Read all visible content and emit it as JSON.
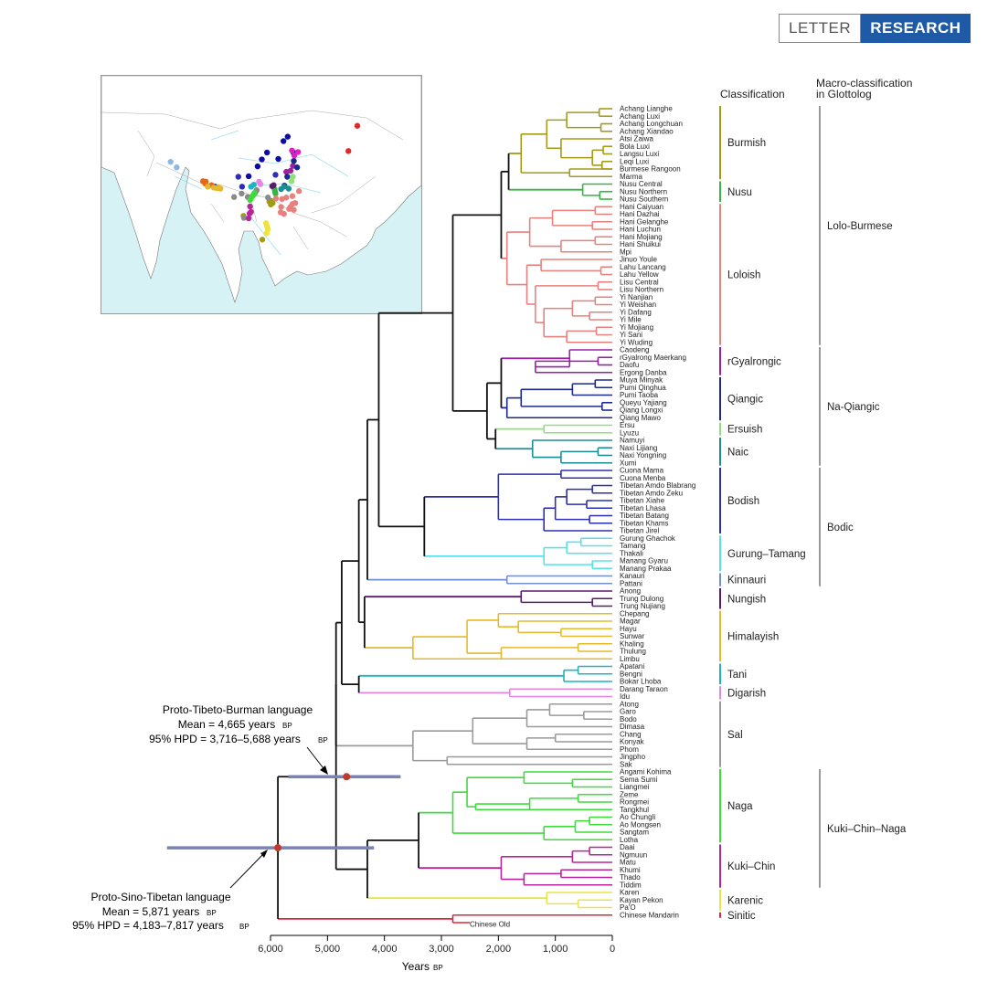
{
  "header": {
    "letter": "LETTER",
    "research": "RESEARCH"
  },
  "columns": {
    "classification": "Classification",
    "macro_line1": "Macro-classification",
    "macro_line2": "in Glottolog"
  },
  "axis": {
    "label": "Years",
    "unit": "BP",
    "ticks": [
      "6,000",
      "5,000",
      "4,000",
      "3,000",
      "2,000",
      "1,000",
      "0"
    ]
  },
  "annotations": {
    "ptb_title": "Proto-Tibeto-Burman language",
    "ptb_mean": "Mean = 4,665 years",
    "ptb_hpd": "95% HPD = 3,716–5,688 years",
    "pst_title": "Proto-Sino-Tibetan language",
    "pst_mean": "Mean = 5,871 years",
    "pst_hpd": "95% HPD = 4,183–7,817 years",
    "unit": "BP"
  },
  "languages": [
    "Achang Lianghe",
    "Achang Luxi",
    "Achang Longchuan",
    "Achang Xiandao",
    "Atsi Zaiwa",
    "Bola Luxi",
    "Langsu Luxi",
    "Leqi Luxi",
    "Burmese Rangoon",
    "Marma",
    "Nusu Central",
    "Nusu Northern",
    "Nusu Southern",
    "Hani Caiyuan",
    "Hani Dazhai",
    "Hani Gelanghe",
    "Hani Luchun",
    "Hani Mojiang",
    "Hani Shuikui",
    "Mpi",
    "Jinuo Youle",
    "Lahu Lancang",
    "Lahu Yellow",
    "Lisu Central",
    "Lisu Northern",
    "Yi Nanjian",
    "Yi Weishan",
    "Yi Dafang",
    "Yi Mile",
    "Yi Mojiang",
    "Yi Sani",
    "Yi Wuding",
    "Caodeng",
    "rGyalrong Maerkang",
    "Daofu",
    "Ergong Danba",
    "Muya Minyak",
    "Pumi Qinghua",
    "Pumi Taoba",
    "Queyu Yajiang",
    "Qiang Longxi",
    "Qiang Mawo",
    "Ersu",
    "Lyuzu",
    "Namuyi",
    "Naxi Lijiang",
    "Naxi Yongning",
    "Xumi",
    "Cuona Mama",
    "Cuona Menba",
    "Tibetan Amdo Blabrang",
    "Tibetan Amdo Zeku",
    "Tibetan Xiahe",
    "Tibetan Lhasa",
    "Tibetan Batang",
    "Tibetan Khams",
    "Tibetan Jirel",
    "Gurung Ghachok",
    "Tamang",
    "Thakali",
    "Manang Gyaru",
    "Manang Prakaa",
    "Kanauri",
    "Pattani",
    "Anong",
    "Trung Dulong",
    "Trung Nujiang",
    "Chepang",
    "Magar",
    "Hayu",
    "Sunwar",
    "Khaling",
    "Thulung",
    "Limbu",
    "Apatani",
    "Bengni",
    "Bokar Lhoba",
    "Darang Taraon",
    "Idu",
    "Atong",
    "Garo",
    "Bodo",
    "Dimasa",
    "Chang",
    "Konyak",
    "Phom",
    "Jingpho",
    "Sak",
    "Angami Kohima",
    "Sema Sumi",
    "Liangmei",
    "Zeme",
    "Rongmei",
    "Tangkhul",
    "Ao Chungli",
    "Ao Mongsen",
    "Sangtam",
    "Lotha",
    "Daai",
    "Ngmuun",
    "Matu",
    "Khumi",
    "Thado",
    "Tiddim",
    "Karen",
    "Kayan Pekon",
    "Pa'O",
    "Chinese Mandarin"
  ],
  "chinese_old": "Chinese Old",
  "clades": [
    {
      "name": "Burmish",
      "color": "#a39b18",
      "from": 0,
      "to": 9
    },
    {
      "name": "Nusu",
      "color": "#35b545",
      "from": 10,
      "to": 12
    },
    {
      "name": "Loloish",
      "color": "#e8817d",
      "from": 13,
      "to": 31
    },
    {
      "name": "rGyalrongic",
      "color": "#9b1fa6",
      "from": 32,
      "to": 35
    },
    {
      "name": "Qiangic",
      "color": "#1c2a8c",
      "from": 36,
      "to": 41
    },
    {
      "name": "Ersuish",
      "color": "#8fe07a",
      "from": 42,
      "to": 43
    },
    {
      "name": "Naic",
      "color": "#1a8d95",
      "from": 44,
      "to": 47
    },
    {
      "name": "Bodish",
      "color": "#2b2fb3",
      "from": 48,
      "to": 56
    },
    {
      "name": "Gurung–Tamang",
      "color": "#58e0ef",
      "from": 57,
      "to": 61
    },
    {
      "name": "Kinnauri",
      "color": "#6f8fd0",
      "from": 62,
      "to": 63
    },
    {
      "name": "Nungish",
      "color": "#5c1a6e",
      "from": 64,
      "to": 66
    },
    {
      "name": "Himalayish",
      "color": "#e6b92c",
      "from": 67,
      "to": 73
    },
    {
      "name": "Tani",
      "color": "#1cb3c4",
      "from": 74,
      "to": 76
    },
    {
      "name": "Digarish",
      "color": "#e884e6",
      "from": 77,
      "to": 78
    },
    {
      "name": "Sal",
      "color": "#9a9a9a",
      "from": 79,
      "to": 87
    },
    {
      "name": "Naga",
      "color": "#3ddc3a",
      "from": 88,
      "to": 97
    },
    {
      "name": "Kuki–Chin",
      "color": "#b8249e",
      "from": 98,
      "to": 103
    },
    {
      "name": "Karenic",
      "color": "#e8e447",
      "from": 104,
      "to": 106
    },
    {
      "name": "Sinitic",
      "color": "#d9283d",
      "from": 107,
      "to": 107
    }
  ],
  "macro": [
    {
      "name": "Lolo-Burmese",
      "from": 0,
      "to": 31
    },
    {
      "name": "Na-Qiangic",
      "from": 32,
      "to": 47
    },
    {
      "name": "Bodic",
      "from": 48,
      "to": 63
    },
    {
      "name": "Kuki–Chin–Naga",
      "from": 88,
      "to": 103
    }
  ],
  "hpd": [
    {
      "node": "Proto-Tibeto-Burman",
      "mean": 4665,
      "low": 3716,
      "high": 5688
    },
    {
      "node": "Proto-Sino-Tibetan",
      "mean": 5871,
      "low": 4183,
      "high": 7817
    }
  ],
  "map": {
    "dots": [
      {
        "lon": 95.2,
        "lat": 31.7,
        "color": "#0d0d9e"
      },
      {
        "lon": 96.1,
        "lat": 33.1,
        "color": "#0d0d9e"
      },
      {
        "lon": 97.2,
        "lat": 34.5,
        "color": "#0d0d9e"
      },
      {
        "lon": 99.6,
        "lat": 33.2,
        "color": "#0d0d9e"
      },
      {
        "lon": 100.7,
        "lat": 36.8,
        "color": "#0d0d9e"
      },
      {
        "lon": 101.6,
        "lat": 37.7,
        "color": "#0d0d9e"
      },
      {
        "lon": 93.3,
        "lat": 29.7,
        "color": "#0d0d9e"
      },
      {
        "lon": 102.8,
        "lat": 34.5,
        "color": "#0d0d9e"
      },
      {
        "lon": 102.5,
        "lat": 34.9,
        "color": "#e020c0"
      },
      {
        "lon": 103.0,
        "lat": 33.9,
        "color": "#e020c0"
      },
      {
        "lon": 103.8,
        "lat": 34.6,
        "color": "#e020c0"
      },
      {
        "lon": 102.7,
        "lat": 31.8,
        "color": "#a020a0"
      },
      {
        "lon": 102.2,
        "lat": 30.8,
        "color": "#a020a0"
      },
      {
        "lon": 101.3,
        "lat": 30.6,
        "color": "#a020a0"
      },
      {
        "lon": 103.6,
        "lat": 31.5,
        "color": "#1a2a8c"
      },
      {
        "lon": 102.9,
        "lat": 32.8,
        "color": "#1a2a8c"
      },
      {
        "lon": 101.5,
        "lat": 29.6,
        "color": "#1a2a8c"
      },
      {
        "lon": 100.9,
        "lat": 27.8,
        "color": "#1a2a8c"
      },
      {
        "lon": 102.4,
        "lat": 28.7,
        "color": "#8fe07a"
      },
      {
        "lon": 102.7,
        "lat": 29.6,
        "color": "#8fe07a"
      },
      {
        "lon": 100.2,
        "lat": 27.1,
        "color": "#1a8d95"
      },
      {
        "lon": 100.8,
        "lat": 27.6,
        "color": "#1a8d95"
      },
      {
        "lon": 101.8,
        "lat": 27.2,
        "color": "#1a8d95"
      },
      {
        "lon": 98.9,
        "lat": 26.6,
        "color": "#35b545"
      },
      {
        "lon": 98.8,
        "lat": 27.1,
        "color": "#35b545"
      },
      {
        "lon": 99.0,
        "lat": 26.2,
        "color": "#35b545"
      },
      {
        "lon": 98.1,
        "lat": 24.7,
        "color": "#a39b18"
      },
      {
        "lon": 98.4,
        "lat": 24.3,
        "color": "#a39b18"
      },
      {
        "lon": 97.7,
        "lat": 24.6,
        "color": "#a39b18"
      },
      {
        "lon": 98.0,
        "lat": 24.0,
        "color": "#a39b18"
      },
      {
        "lon": 96.2,
        "lat": 16.9,
        "color": "#a39b18"
      },
      {
        "lon": 92.2,
        "lat": 21.7,
        "color": "#a39b18"
      },
      {
        "lon": 102.2,
        "lat": 23.5,
        "color": "#e8817d"
      },
      {
        "lon": 101.9,
        "lat": 23.1,
        "color": "#e8817d"
      },
      {
        "lon": 102.9,
        "lat": 22.9,
        "color": "#e8817d"
      },
      {
        "lon": 100.8,
        "lat": 22.1,
        "color": "#e8817d"
      },
      {
        "lon": 100.4,
        "lat": 25.1,
        "color": "#e8817d"
      },
      {
        "lon": 102.6,
        "lat": 24.1,
        "color": "#e8817d"
      },
      {
        "lon": 103.2,
        "lat": 24.3,
        "color": "#e8817d"
      },
      {
        "lon": 101.3,
        "lat": 25.4,
        "color": "#e8817d"
      },
      {
        "lon": 100.2,
        "lat": 23.5,
        "color": "#e8817d"
      },
      {
        "lon": 99.1,
        "lat": 25.2,
        "color": "#e8817d"
      },
      {
        "lon": 104.0,
        "lat": 26.7,
        "color": "#e8817d"
      },
      {
        "lon": 102.6,
        "lat": 25.7,
        "color": "#e8817d"
      },
      {
        "lon": 100.1,
        "lat": 22.4,
        "color": "#e8817d"
      },
      {
        "lon": 91.1,
        "lat": 29.6,
        "color": "#2b2fb3"
      },
      {
        "lon": 91.9,
        "lat": 27.6,
        "color": "#2b2fb3"
      },
      {
        "lon": 99.0,
        "lat": 30.0,
        "color": "#2b2fb3"
      },
      {
        "lon": 86.2,
        "lat": 27.6,
        "color": "#2b2fb3"
      },
      {
        "lon": 84.1,
        "lat": 28.2,
        "color": "#e06b12"
      },
      {
        "lon": 85.4,
        "lat": 27.9,
        "color": "#e06b12"
      },
      {
        "lon": 83.6,
        "lat": 28.7,
        "color": "#e06b12"
      },
      {
        "lon": 84.0,
        "lat": 28.6,
        "color": "#e06b12"
      },
      {
        "lon": 84.2,
        "lat": 28.6,
        "color": "#e06b12"
      },
      {
        "lon": 78.0,
        "lat": 31.5,
        "color": "#8fb6e8"
      },
      {
        "lon": 76.7,
        "lat": 32.6,
        "color": "#8fb6e8"
      },
      {
        "lon": 98.6,
        "lat": 27.9,
        "color": "#5c1a6e"
      },
      {
        "lon": 98.3,
        "lat": 27.7,
        "color": "#5c1a6e"
      },
      {
        "lon": 86.6,
        "lat": 27.3,
        "color": "#e6b92c"
      },
      {
        "lon": 86.9,
        "lat": 27.5,
        "color": "#e6b92c"
      },
      {
        "lon": 87.3,
        "lat": 27.2,
        "color": "#e6b92c"
      },
      {
        "lon": 84.6,
        "lat": 27.6,
        "color": "#e6b92c"
      },
      {
        "lon": 85.9,
        "lat": 27.4,
        "color": "#e6b92c"
      },
      {
        "lon": 93.8,
        "lat": 27.6,
        "color": "#1cb3c4"
      },
      {
        "lon": 94.4,
        "lat": 28.0,
        "color": "#1cb3c4"
      },
      {
        "lon": 95.8,
        "lat": 28.1,
        "color": "#e884e6"
      },
      {
        "lon": 95.5,
        "lat": 28.6,
        "color": "#e884e6"
      },
      {
        "lon": 90.2,
        "lat": 25.5,
        "color": "#8a8a8a"
      },
      {
        "lon": 91.8,
        "lat": 26.2,
        "color": "#8a8a8a"
      },
      {
        "lon": 93.1,
        "lat": 25.5,
        "color": "#8a8a8a"
      },
      {
        "lon": 94.9,
        "lat": 26.7,
        "color": "#8a8a8a"
      },
      {
        "lon": 97.4,
        "lat": 25.4,
        "color": "#8a8a8a"
      },
      {
        "lon": 95.0,
        "lat": 26.9,
        "color": "#8a8a8a"
      },
      {
        "lon": 94.6,
        "lat": 26.2,
        "color": "#8a8a8a"
      },
      {
        "lon": 92.3,
        "lat": 21.3,
        "color": "#8a8a8a"
      },
      {
        "lon": 94.1,
        "lat": 25.7,
        "color": "#3ddc3a"
      },
      {
        "lon": 94.4,
        "lat": 26.0,
        "color": "#3ddc3a"
      },
      {
        "lon": 93.8,
        "lat": 25.2,
        "color": "#3ddc3a"
      },
      {
        "lon": 94.5,
        "lat": 26.3,
        "color": "#3ddc3a"
      },
      {
        "lon": 93.6,
        "lat": 24.9,
        "color": "#3ddc3a"
      },
      {
        "lon": 93.8,
        "lat": 22.5,
        "color": "#b8249e"
      },
      {
        "lon": 93.6,
        "lat": 23.6,
        "color": "#b8249e"
      },
      {
        "lon": 93.3,
        "lat": 21.2,
        "color": "#b8249e"
      },
      {
        "lon": 93.5,
        "lat": 22.2,
        "color": "#b8249e"
      },
      {
        "lon": 97.4,
        "lat": 19.0,
        "color": "#f0e43a"
      },
      {
        "lon": 97.2,
        "lat": 19.6,
        "color": "#f0e43a"
      },
      {
        "lon": 97.0,
        "lat": 20.2,
        "color": "#f0e43a"
      },
      {
        "lon": 97.1,
        "lat": 18.2,
        "color": "#f0e43a"
      },
      {
        "lon": 116.4,
        "lat": 39.9,
        "color": "#e02a2a"
      },
      {
        "lon": 114.5,
        "lat": 34.8,
        "color": "#e02a2a"
      }
    ]
  }
}
